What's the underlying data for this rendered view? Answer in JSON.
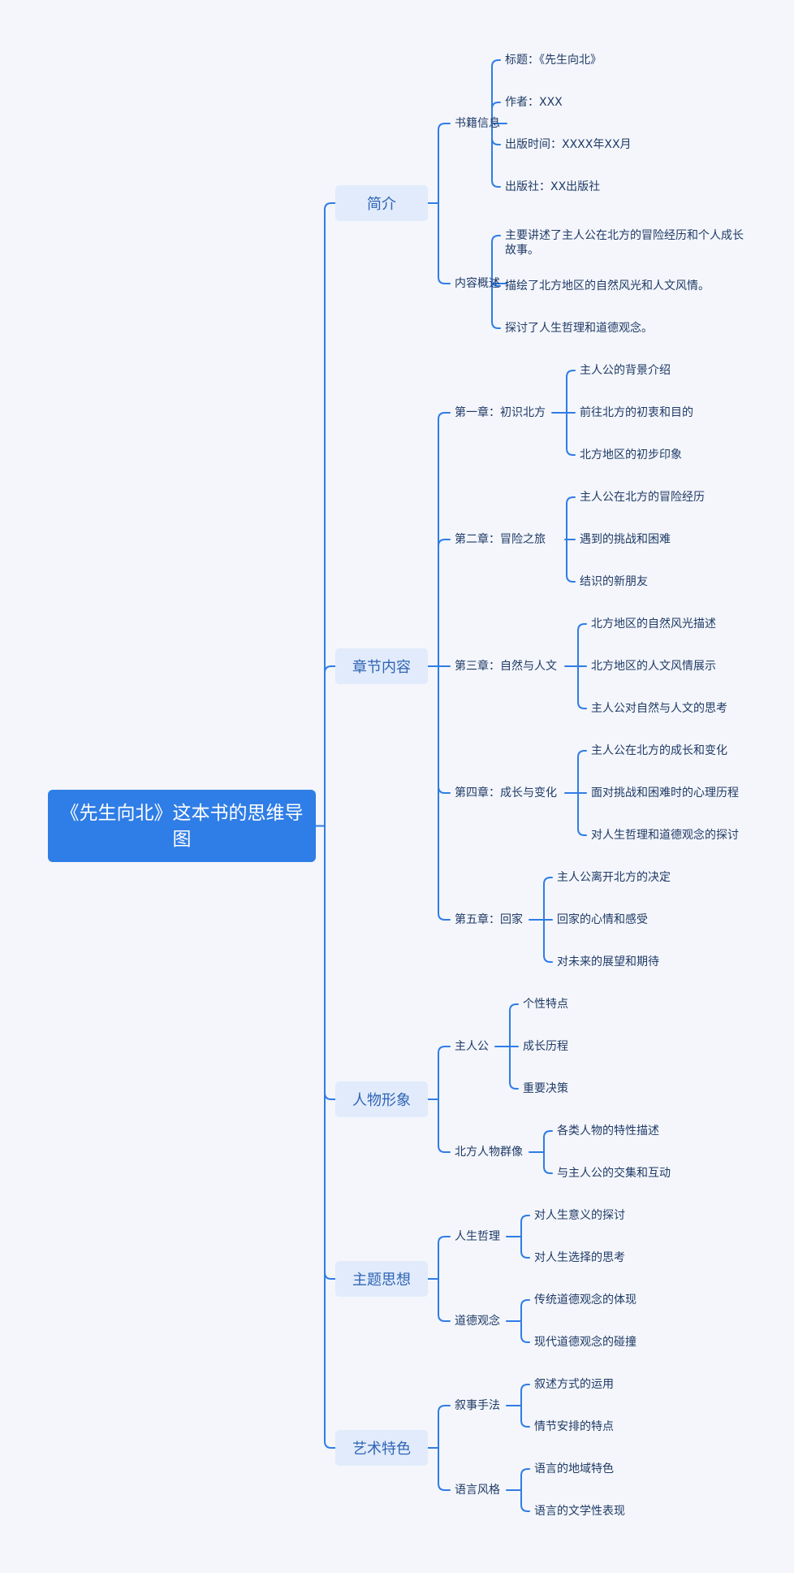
{
  "root": "《先生向北》这本书的思维导图",
  "colors": {
    "line": "#2f7de6",
    "root_bg": "#2f7de6",
    "branch_bg": "#e1ebfb",
    "branch_text": "#2f64b6",
    "text": "#1f3a66",
    "background": "#f4f6fb"
  },
  "branches": [
    {
      "label": "简介",
      "children": [
        {
          "label": "书籍信息",
          "children": [
            "标题：《先生向北》",
            "作者：XXX",
            "出版时间：XXXX年XX月",
            "出版社：XX出版社"
          ]
        },
        {
          "label": "内容概述",
          "children": [
            "主要讲述了主人公在北方的冒险经历和个人成长故事。",
            "描绘了北方地区的自然风光和人文风情。",
            "探讨了人生哲理和道德观念。"
          ]
        }
      ]
    },
    {
      "label": "章节内容",
      "children": [
        {
          "label": "第一章：初识北方",
          "children": [
            "主人公的背景介绍",
            "前往北方的初衷和目的",
            "北方地区的初步印象"
          ]
        },
        {
          "label": "第二章：冒险之旅",
          "children": [
            "主人公在北方的冒险经历",
            "遇到的挑战和困难",
            "结识的新朋友"
          ]
        },
        {
          "label": "第三章：自然与人文",
          "children": [
            "北方地区的自然风光描述",
            "北方地区的人文风情展示",
            "主人公对自然与人文的思考"
          ]
        },
        {
          "label": "第四章：成长与变化",
          "children": [
            "主人公在北方的成长和变化",
            "面对挑战和困难时的心理历程",
            "对人生哲理和道德观念的探讨"
          ]
        },
        {
          "label": "第五章：回家",
          "children": [
            "主人公离开北方的决定",
            "回家的心情和感受",
            "对未来的展望和期待"
          ]
        }
      ]
    },
    {
      "label": "人物形象",
      "children": [
        {
          "label": "主人公",
          "children": [
            "个性特点",
            "成长历程",
            "重要决策"
          ]
        },
        {
          "label": "北方人物群像",
          "children": [
            "各类人物的特性描述",
            "与主人公的交集和互动"
          ]
        }
      ]
    },
    {
      "label": "主题思想",
      "children": [
        {
          "label": "人生哲理",
          "children": [
            "对人生意义的探讨",
            "对人生选择的思考"
          ]
        },
        {
          "label": "道德观念",
          "children": [
            "传统道德观念的体现",
            "现代道德观念的碰撞"
          ]
        }
      ]
    },
    {
      "label": "艺术特色",
      "children": [
        {
          "label": "叙事手法",
          "children": [
            "叙述方式的运用",
            "情节安排的特点"
          ]
        },
        {
          "label": "语言风格",
          "children": [
            "语言的地域特色",
            "语言的文学性表现"
          ]
        }
      ]
    }
  ]
}
